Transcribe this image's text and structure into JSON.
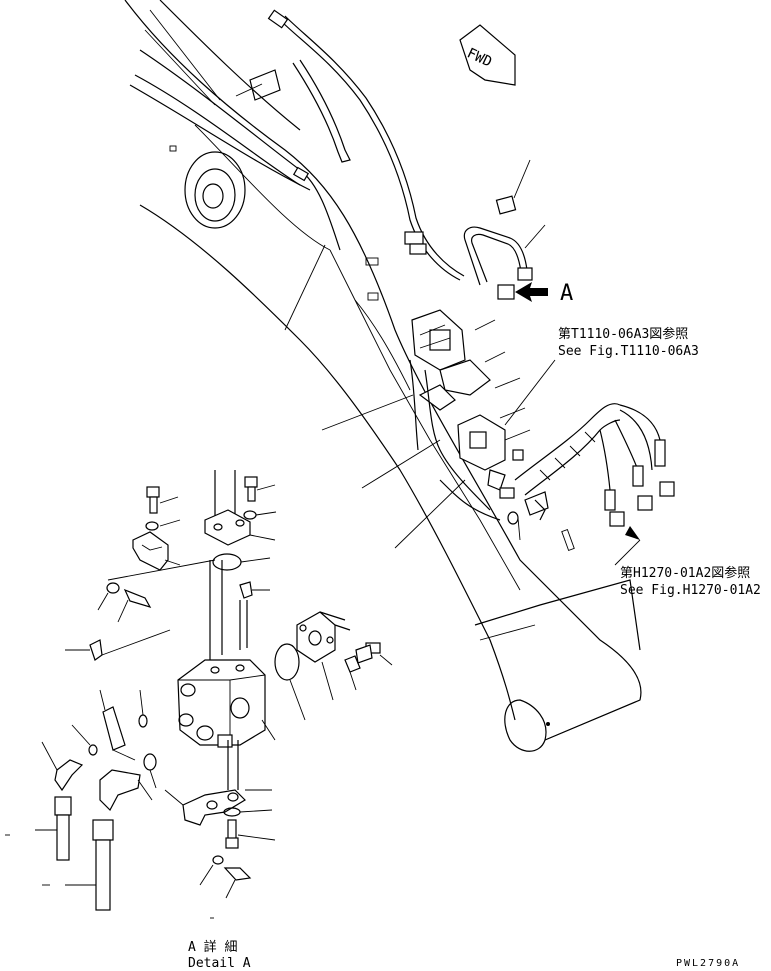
{
  "fwd_label": "FWD",
  "view_marker": "A",
  "references": {
    "ref1_jp": "第T1110-06A3図参照",
    "ref1_en": "See Fig.T1110-06A3",
    "ref2_jp": "第H1270-01A2図参照",
    "ref2_en": "See Fig.H1270-01A2"
  },
  "detail": {
    "jp": "A 詳 細",
    "en": "Detail A"
  },
  "drawing_code": "PWL2790A"
}
